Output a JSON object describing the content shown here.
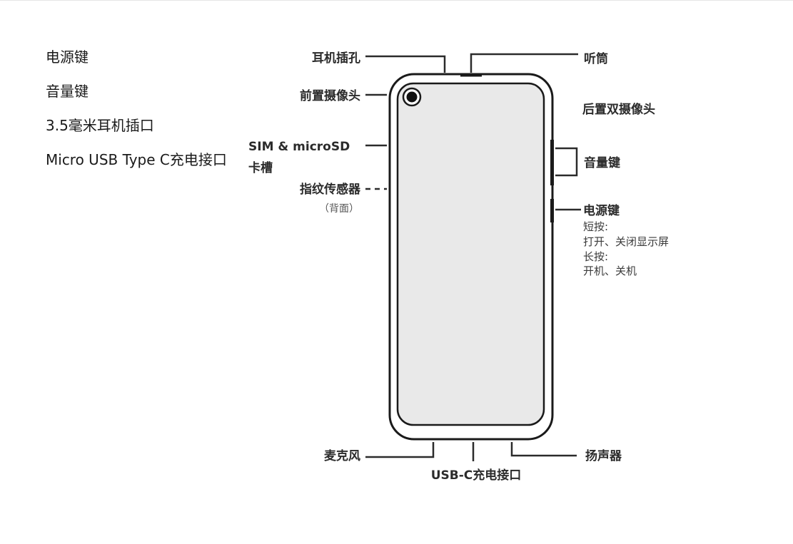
{
  "left_list": [
    "电源键",
    "音量键",
    "3.5毫米耳机插口",
    "Micro USB Type C充电接口"
  ],
  "labels": {
    "headphone_jack": "耳机插孔",
    "earpiece": "听筒",
    "front_camera": "前置摄像头",
    "rear_camera": "后置双摄像头",
    "sim_line1": "SIM & microSD",
    "sim_line2": "卡槽",
    "volume_key": "音量键",
    "fingerprint": "指纹传感器",
    "fingerprint_note": "（背面）",
    "power_key": "电源键",
    "power_short_title": "短按:",
    "power_short_desc": "打开、关闭显示屏",
    "power_long_title": "长按:",
    "power_long_desc": "开机、关机",
    "microphone": "麦克风",
    "speaker": "扬声器",
    "usb_c": "USB-C充电接口"
  },
  "colors": {
    "outline": "#1a1a1a",
    "screen_fill": "#e9e9e9",
    "label_text": "#2b2b2b"
  }
}
